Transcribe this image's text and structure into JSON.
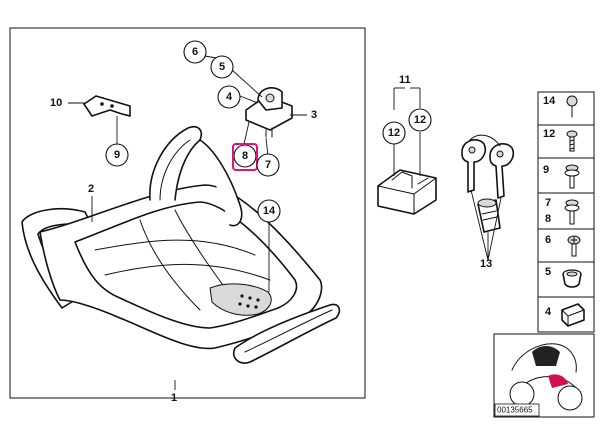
{
  "callouts": {
    "c6": "6",
    "c5": "5",
    "c4": "4",
    "c3": "3",
    "c8": "8",
    "c7": "7",
    "c10": "10",
    "c9": "9",
    "c2": "2",
    "c14": "14",
    "c1": "1",
    "c11": "11",
    "c12a": "12",
    "c12b": "12",
    "c13": "13"
  },
  "legend": {
    "items": [
      "14",
      "12",
      "9",
      "7",
      "8",
      "6",
      "5",
      "4"
    ]
  },
  "thumbnail": {
    "id": "00135665"
  },
  "highlight_color": "#e0147c"
}
